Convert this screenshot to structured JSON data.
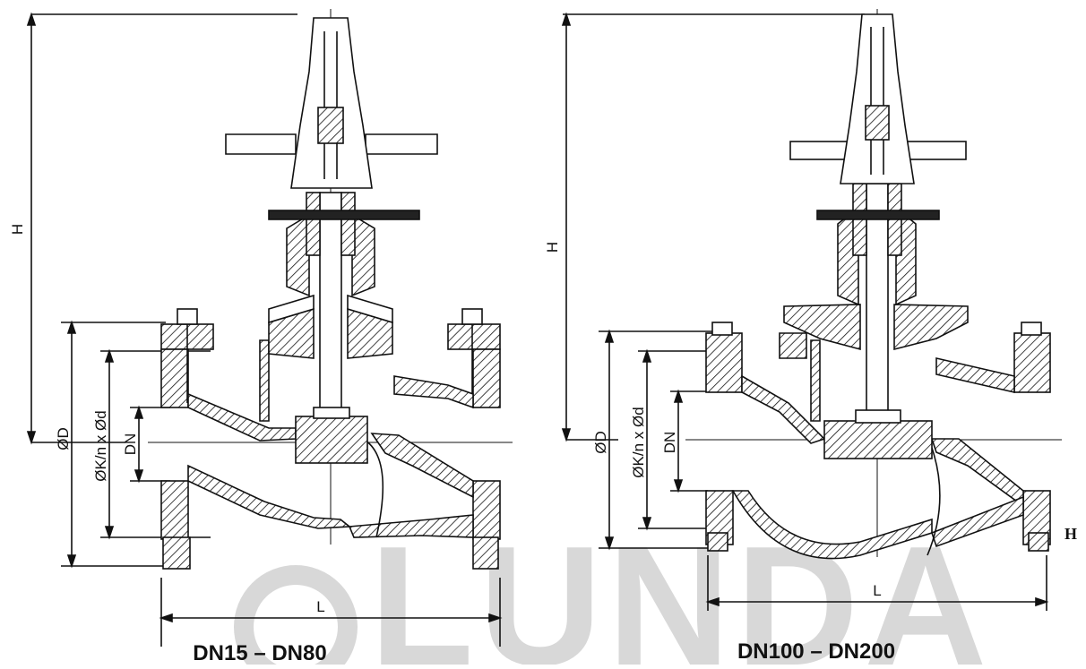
{
  "watermark": "LUNDA",
  "left_drawing": {
    "caption": "DN15 – DN80",
    "labels": {
      "height": "H",
      "flange_od": "ØD",
      "bolt_circle": "ØK/n x Ød",
      "nominal": "DN",
      "length": "L"
    }
  },
  "right_drawing": {
    "caption": "DN100 – DN200",
    "labels": {
      "height": "H",
      "flange_od": "ØD",
      "bolt_circle": "ØK/n x Ød",
      "nominal": "DN",
      "length": "L"
    }
  },
  "stray_label": "H",
  "colors": {
    "line": "#111111",
    "watermark": "#d6d6d6"
  }
}
